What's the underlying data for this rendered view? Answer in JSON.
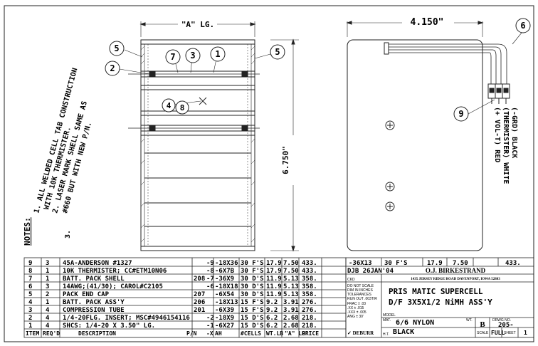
{
  "drawing": {
    "dim_a": "\"A\" LG.",
    "dim_width": "4.150\"",
    "dim_height": "6.750\"",
    "balloons": [
      "5",
      "7",
      "3",
      "1",
      "5",
      "2",
      "4",
      "8",
      "6",
      "9"
    ],
    "notes": [
      "NOTES:",
      "1. ALL WELDED CELL TAB CONSTRUCTION",
      "WITH 10K THERMISTER.",
      "2. LASER MARK SHELL SAME AS",
      "#660 BUT WITH NEW P/N.",
      "3."
    ],
    "wires": [
      "(-GRD) BLACK",
      "(THERMISTER) WHITE",
      "(+ VOL-T) RED"
    ]
  },
  "bom": {
    "headers": [
      "ITEM",
      "REQ'D",
      "DESCRIPTION",
      "P/N",
      "-X",
      "AH",
      "#CELLS",
      "WT.LB",
      "\"A\" LG",
      "PRICE"
    ],
    "rows": [
      {
        "item": "9",
        "req": "3",
        "desc": "45A-ANDERSON #1327",
        "pn": "",
        "dash": "-9",
        "x": "-18X36",
        "cells": "30 F'S",
        "wt": "17.9",
        "a": "7.50",
        "price": "433."
      },
      {
        "item": "8",
        "req": "1",
        "desc": "10K THERMISTER; CC#ETM10N06",
        "pn": "",
        "dash": "-8",
        "x": "-6X7B",
        "cells": "30 F'S",
        "wt": "17.9",
        "a": "7.50",
        "price": "433."
      },
      {
        "item": "7",
        "req": "1",
        "desc": "BATT. PACK SHELL",
        "pn": "208",
        "dash": "-7",
        "x": "-36X9",
        "cells": "30 D'S",
        "wt": "11.9",
        "a": "5.13",
        "price": "358."
      },
      {
        "item": "6",
        "req": "3",
        "desc": "14AWG;(41/30); CAROL#C2105",
        "pn": "",
        "dash": "-6",
        "x": "-18X18",
        "cells": "30 D'S",
        "wt": "11.9",
        "a": "5.13",
        "price": "358."
      },
      {
        "item": "5",
        "req": "2",
        "desc": "PACK END CAP",
        "pn": "207",
        "dash": "",
        "x": "-6X54",
        "cells": "30 D'S",
        "wt": "11.9",
        "a": "5.13",
        "price": "358."
      },
      {
        "item": "4",
        "req": "1",
        "desc": "BATT. PACK ASS'Y",
        "pn": "206",
        "dash": "",
        "x": "-18X13",
        "cells": "15 F'S",
        "wt": "9.2",
        "a": "3.91",
        "price": "276."
      },
      {
        "item": "3",
        "req": "4",
        "desc": "COMPRESSION TUBE",
        "pn": "201",
        "dash": "",
        "x": "-6X39",
        "cells": "15 F'S",
        "wt": "9.2",
        "a": "3.91",
        "price": "276."
      },
      {
        "item": "2",
        "req": "4",
        "desc": "1/4-20FLG. INSERT; MSC#4946154116",
        "pn": "",
        "dash": "-2",
        "x": "-18X9",
        "cells": "15 D'S",
        "wt": "6.2",
        "a": "2.68",
        "price": "218."
      },
      {
        "item": "1",
        "req": "4",
        "desc": "SHCS: 1/4-20 X 3.50\" LG.",
        "pn": "",
        "dash": "-1",
        "x": "-6X27",
        "cells": "15 D'S",
        "wt": "6.2",
        "a": "2.68",
        "price": "218."
      }
    ],
    "extra_row": {
      "x": "-36X13",
      "cells": "30 F'S",
      "wt": "17.9",
      "a": "7.50",
      "price": "433."
    }
  },
  "title_block": {
    "drawn": "DJB 26JAN'04",
    "chkd": "CKD",
    "tolerances": [
      "DO NOT SCALE",
      "DIM IN INCHES",
      "TOLERANCES",
      "RUN OUT .003TIR",
      "FRAC ± .03",
      ".XX ± .015",
      ".XXX ± .005",
      "ANG ± 30'",
      "✓ DEBURR"
    ],
    "company": "O.J. BIRKESTRAND",
    "address": "1435 JERSEY RIDGE ROAD      DAVENPORT, IOWA 52803",
    "title_line1": "PRIS MATIC SUPERCELL",
    "title_line2": "D/F 3X5X1/2 NiMH ASS'Y",
    "model_label": "MODEL",
    "mat_label": "MAT.",
    "mat_value": "6/6 NYLON",
    "mat_color": "BLACK",
    "wt_label": "WT.",
    "ht_label": "H.T.",
    "size": "B",
    "dwg_label": "DRWG NO.",
    "dwg_no": "205-",
    "scale_label": "SCALE",
    "scale_value": "FULL",
    "sheet_label": "SHEET",
    "sheet_value": "1"
  }
}
